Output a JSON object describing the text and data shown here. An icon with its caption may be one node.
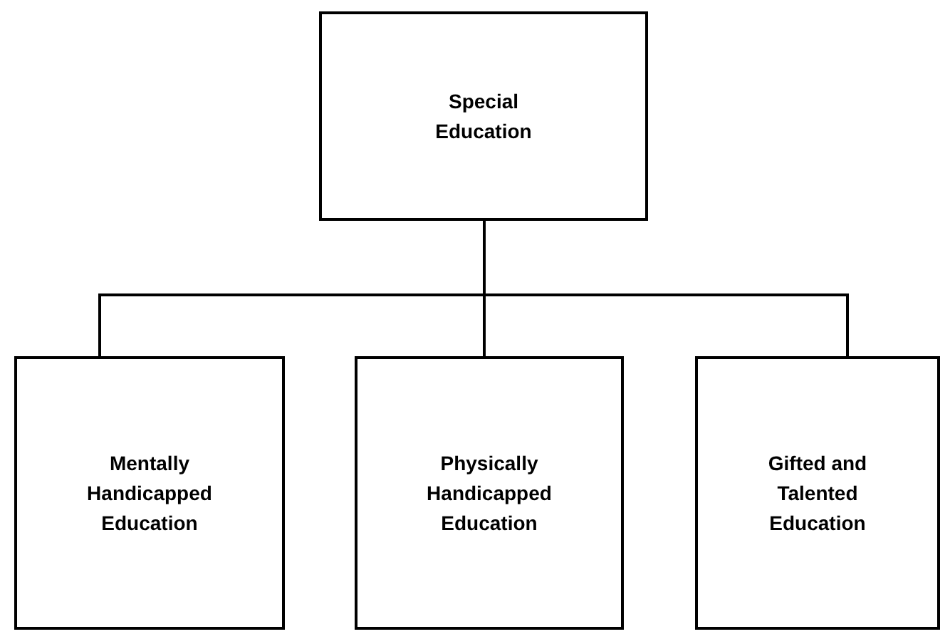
{
  "diagram": {
    "nodes": [
      {
        "text": [
          "Special Education"
        ]
      },
      {
        "text": [
          "Mentally Handicapped Education"
        ]
      },
      {
        "text": [
          "Physically Handicapped Education"
        ]
      },
      {
        "text": [
          "Gifted and Talented Education"
        ]
      }
    ],
    "edges": [
      {
        "from": 0,
        "to": 1,
        "arrow": "none"
      },
      {
        "from": 0,
        "to": 2,
        "arrow": "none"
      },
      {
        "from": 0,
        "to": 3,
        "arrow": "none"
      }
    ]
  }
}
